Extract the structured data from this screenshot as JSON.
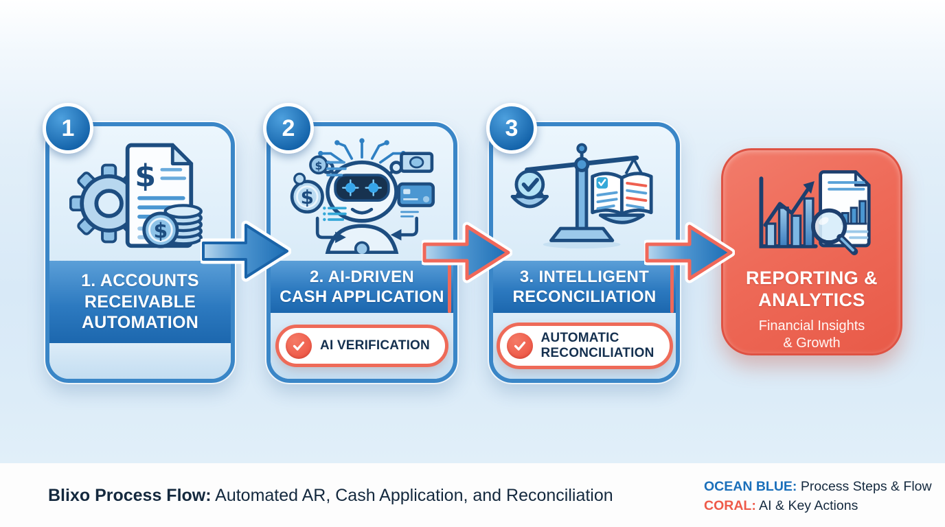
{
  "steps": [
    {
      "badge": "1",
      "icon": "gear-invoice-coins-icon",
      "label": "1. ACCOUNTS RECEIVABLE AUTOMATION",
      "label_lines": [
        "1. ACCOUNTS",
        "RECEIVABLE",
        "AUTOMATION"
      ]
    },
    {
      "badge": "2",
      "icon": "ai-robot-payments-icon",
      "label": "2. AI-DRIVEN CASH APPLICATION",
      "label_lines": [
        "2. AI-DRIVEN",
        "CASH APPLICATION"
      ],
      "tag": "AI VERIFICATION",
      "tag_lines": [
        "AI VERIFICATION"
      ],
      "tag_icon": "check-circle-icon"
    },
    {
      "badge": "3",
      "icon": "balance-scale-ledger-icon",
      "label": "3. INTELLIGENT RECONCILIATION",
      "label_lines": [
        "3. INTELLIGENT",
        "RECONCILIATION"
      ],
      "tag": "AUTOMATIC RECONCILIATION",
      "tag_lines": [
        "AUTOMATIC",
        "RECONCILIATION"
      ],
      "tag_icon": "check-circle-icon"
    }
  ],
  "result": {
    "icon": "analytics-report-magnifier-icon",
    "title": "REPORTING & ANALYTICS",
    "title_lines": [
      "REPORTING &",
      "ANALYTICS"
    ],
    "subtitle": "Financial Insights & Growth",
    "subtitle_lines": [
      "Financial Insights",
      "& Growth"
    ]
  },
  "flow": {
    "arrow_icons": [
      "arrow-right-icon",
      "arrow-right-icon",
      "arrow-right-icon"
    ]
  },
  "footer": {
    "title_label": "Blixo Process Flow:",
    "title_text": "Automated AR, Cash Application, and Reconciliation",
    "legend": [
      {
        "term": "OCEAN BLUE:",
        "desc": "Process Steps & Flow",
        "color": "#1a6fba"
      },
      {
        "term": "CORAL:",
        "desc": "AI & Key Actions",
        "color": "#ee5a49"
      }
    ]
  },
  "colors": {
    "ocean_blue": "#1c6fb8",
    "ocean_blue_dark": "#1261a8",
    "coral": "#ee6352",
    "navy_text": "#14293e",
    "card_border": "#3a86c7",
    "band_gradient_top": "#5b9fd8",
    "band_gradient_bottom": "#1c67ae",
    "background_blue": "#d8e9f7"
  }
}
